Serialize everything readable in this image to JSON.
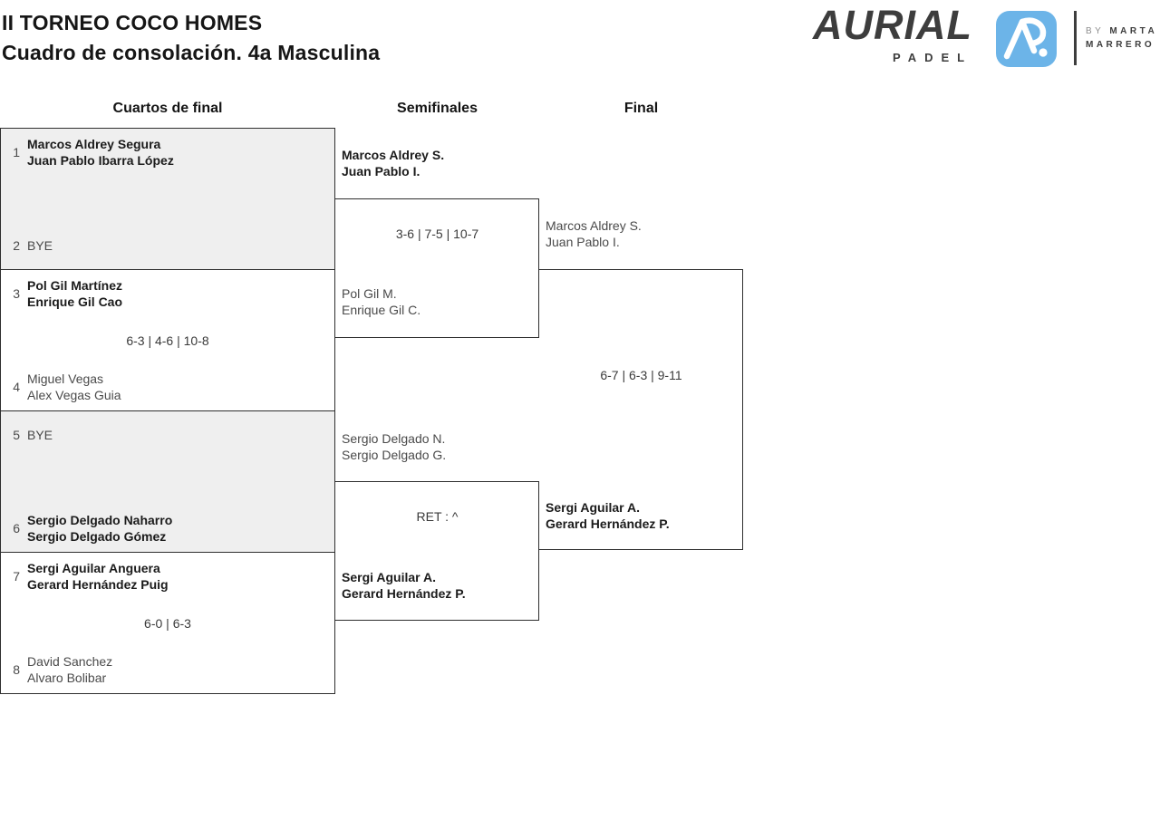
{
  "header": {
    "title": "II TORNEO COCO HOMES",
    "subtitle": "Cuadro de consolación. 4a Masculina"
  },
  "logo": {
    "brand": "AURIAL",
    "brand_sub": "PADEL",
    "byline_prefix": "BY",
    "byline_name_top": "MARTA",
    "byline_name_bottom": "MARRERO",
    "icon": "aurial-monogram-icon",
    "colors": {
      "brand_text": "#3d3d3d",
      "icon_bg": "#6cb4e8",
      "icon_glyph": "#ffffff"
    }
  },
  "round_headers": {
    "quarterfinals": "Cuartos de final",
    "semifinals": "Semifinales",
    "final": "Final"
  },
  "bracket": {
    "quarterfinals": [
      {
        "seed_top": "1",
        "team_top_line1": "Marcos Aldrey Segura",
        "team_top_line2": "Juan Pablo Ibarra López",
        "score": "",
        "seed_bottom": "2",
        "team_bottom_line1": "BYE",
        "team_bottom_line2": ""
      },
      {
        "seed_top": "3",
        "team_top_line1": "Pol Gil Martínez",
        "team_top_line2": "Enrique Gil Cao",
        "score": "6-3 | 4-6 | 10-8",
        "seed_bottom": "4",
        "team_bottom_line1": "Miguel Vegas",
        "team_bottom_line2": "Alex Vegas Guia"
      },
      {
        "seed_top": "5",
        "team_top_line1": "BYE",
        "team_top_line2": "",
        "score": "",
        "seed_bottom": "6",
        "team_bottom_line1": "Sergio Delgado Naharro",
        "team_bottom_line2": "Sergio Delgado Gómez"
      },
      {
        "seed_top": "7",
        "team_top_line1": "Sergi Aguilar Anguera",
        "team_top_line2": "Gerard Hernández Puig",
        "score": "6-0 | 6-3",
        "seed_bottom": "8",
        "team_bottom_line1": "David Sanchez",
        "team_bottom_line2": "Alvaro Bolibar"
      }
    ],
    "semifinals": [
      {
        "team_top_line1": "Marcos Aldrey S.",
        "team_top_line2": "Juan Pablo I.",
        "score": "3-6 | 7-5 | 10-7",
        "team_bottom_line1": "Pol Gil M.",
        "team_bottom_line2": "Enrique Gil C."
      },
      {
        "team_top_line1": "Sergio Delgado N.",
        "team_top_line2": "Sergio Delgado G.",
        "score": "RET : ^",
        "team_bottom_line1": "Sergi Aguilar A.",
        "team_bottom_line2": "Gerard Hernández P."
      }
    ],
    "final": {
      "team_top_line1": "Marcos Aldrey S.",
      "team_top_line2": "Juan Pablo I.",
      "score": "6-7 | 6-3 | 9-11",
      "team_bottom_line1": "Sergi Aguilar A.",
      "team_bottom_line2": "Gerard Hernández P."
    }
  }
}
